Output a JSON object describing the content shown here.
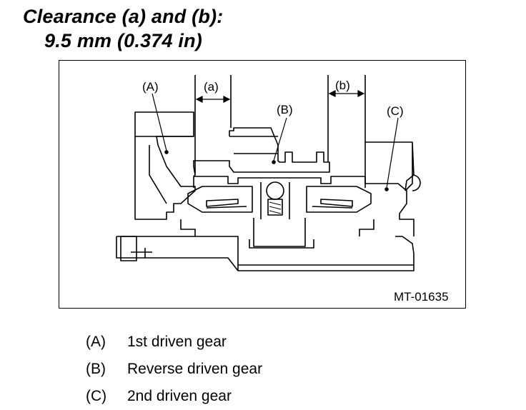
{
  "header": {
    "title_line1": "Clearance (a) and (b):",
    "title_line2": "9.5 mm (0.374 in)"
  },
  "figure": {
    "callouts": {
      "A": "(A)",
      "a": "(a)",
      "b": "(b)",
      "B": "(B)",
      "C": "(C)"
    },
    "figure_id": "MT-01635"
  },
  "legend": [
    {
      "key": "(A)",
      "text": "1st driven gear"
    },
    {
      "key": "(B)",
      "text": "Reverse driven gear"
    },
    {
      "key": "(C)",
      "text": "2nd driven gear"
    }
  ]
}
